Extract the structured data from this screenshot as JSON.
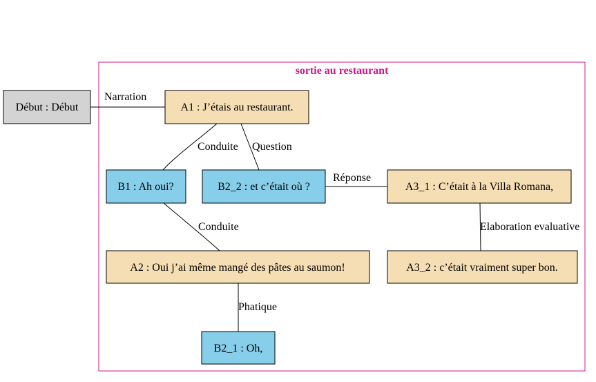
{
  "cluster": {
    "title": "sortie au restaurant",
    "border_color": "#cc1a8c"
  },
  "colors": {
    "start_fill": "#d3d3d3",
    "speaker_a_fill": "#f5deb3",
    "speaker_b_fill": "#87ceeb",
    "stroke": "#000000"
  },
  "nodes": {
    "debut": {
      "label": "Début : Début"
    },
    "a1": {
      "label": "A1 : J’étais au restaurant."
    },
    "b1": {
      "label": "B1 : Ah oui?"
    },
    "b2_2": {
      "label": "B2_2 : et c’était où ?"
    },
    "a3_1": {
      "label": "A3_1 : C’était à la Villa Romana,"
    },
    "a2": {
      "label": "A2 : Oui j’ai même mangé des pâtes au saumon!"
    },
    "a3_2": {
      "label": "A3_2 : c’était vraiment super bon."
    },
    "b2_1": {
      "label": "B2_1 : Oh,"
    }
  },
  "edges": {
    "debut_a1": {
      "label": "Narration"
    },
    "a1_b1": {
      "label": "Conduite"
    },
    "a1_b2_2": {
      "label": "Question"
    },
    "b2_2_a3_1": {
      "label": "Réponse"
    },
    "b1_a2": {
      "label": "Conduite"
    },
    "a3_1_a3_2": {
      "label": "Elaboration evaluative"
    },
    "a2_b2_1": {
      "label": "Phatique"
    }
  }
}
